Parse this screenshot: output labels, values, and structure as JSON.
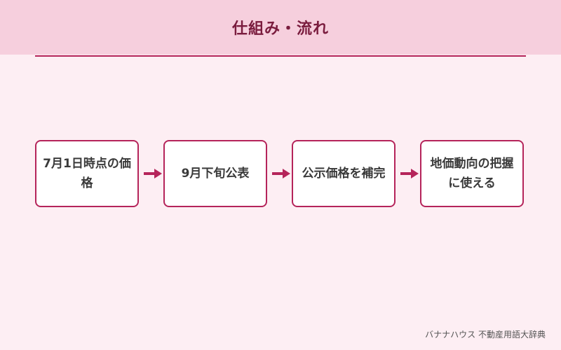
{
  "header": {
    "title": "仕組み・流れ"
  },
  "steps": [
    {
      "label": "7月1日時点の価格"
    },
    {
      "label": "9月下旬公表"
    },
    {
      "label": "公示価格を補完"
    },
    {
      "label": "地価動向の把握に使える"
    }
  ],
  "footer": {
    "credit": "バナナハウス 不動産用語大辞典"
  },
  "colors": {
    "accent": "#b5245a",
    "header_bg": "#f6cfdd",
    "page_bg": "#fdeef3",
    "title": "#7a1c3e"
  }
}
